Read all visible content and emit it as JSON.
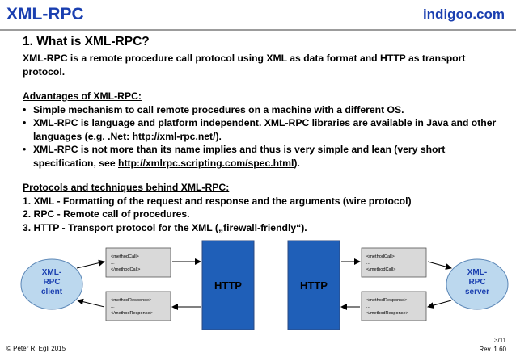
{
  "header": {
    "title": "XML-RPC",
    "brand": "indigoo.com"
  },
  "section": {
    "heading": "1. What is XML-RPC?",
    "intro": "XML-RPC is a remote procedure call protocol using XML as data format and HTTP as transport protocol."
  },
  "advantages": {
    "title": "Advantages of XML-RPC:",
    "item1": "Simple mechanism to call remote procedures on a machine with a different OS.",
    "item2_text": "XML-RPC is language and platform independent. XML-RPC libraries are available in Java and other languages (e.g. .Net: ",
    "item2_link": "http://xml-rpc.net/",
    "item2_tail": ").",
    "item3_text": "XML-RPC is not more than its name implies and thus is very simple and lean (very short specification, see ",
    "item3_link": "http://xmlrpc.scripting.com/spec.html",
    "item3_tail": ")."
  },
  "protocols": {
    "title": "Protocols and techniques behind XML-RPC:",
    "line1": "1. XML - Formatting of the request and response and the arguments (wire protocol)",
    "line2": "2. RPC - Remote call of procedures.",
    "line3": "3. HTTP - Transport protocol for the XML („firewall-friendly“)."
  },
  "diagram": {
    "client": {
      "line1": "XML-",
      "line2": "RPC",
      "line3": "client"
    },
    "server": {
      "line1": "XML-",
      "line2": "RPC",
      "line3": "server"
    },
    "http_left": "HTTP",
    "http_right": "HTTP",
    "call_open": "<methodCall>",
    "ellipsis": "...",
    "call_close": "</methodCall>",
    "resp_open": "<methodResponse>",
    "resp_close": "</methodResponse>",
    "colors": {
      "ellipse": "#bcd8ee",
      "ellipse_stroke": "#5a86b6",
      "http_box": "#1f5fb8",
      "msg_box": "#d9d9d9",
      "accent": "#1a3fb0"
    }
  },
  "footer": {
    "copyright": "© Peter R. Egli 2015",
    "page": "3/11",
    "rev": "Rev. 1.60"
  }
}
